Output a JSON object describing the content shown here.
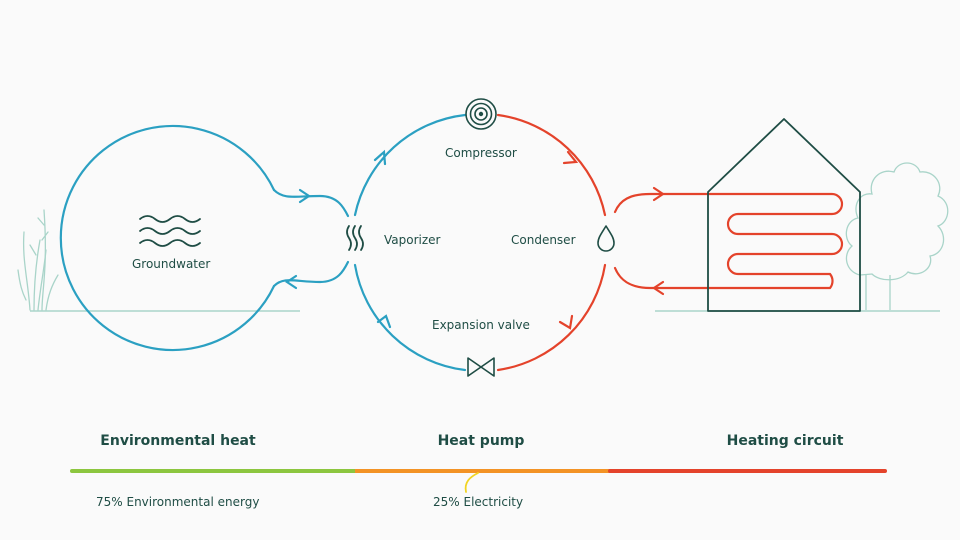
{
  "colors": {
    "cold_loop": "#2ba0c2",
    "hot_loop": "#e4432b",
    "ink": "#1f4d45",
    "tree": "#a9d4c9",
    "bar_green": "#8cc63f",
    "bar_orange": "#f39325",
    "bar_red": "#e4432b",
    "bar_yellow": "#f2d422"
  },
  "labels": {
    "groundwater": "Groundwater",
    "compressor": "Compressor",
    "vaporizer": "Vaporizer",
    "condenser": "Condenser",
    "expansion_valve": "Expansion valve"
  },
  "sections": {
    "environmental": "Environmental heat",
    "heat_pump": "Heat pump",
    "heating_circuit": "Heating circuit"
  },
  "energy": {
    "environmental_share": "75% Environmental energy",
    "electricity_share": "25% Electricity"
  },
  "icons": [
    "waves-icon",
    "compressor-icon",
    "vaporizer-icon",
    "droplet-icon",
    "valve-icon",
    "house-icon",
    "tree-icon",
    "grass-icon"
  ]
}
